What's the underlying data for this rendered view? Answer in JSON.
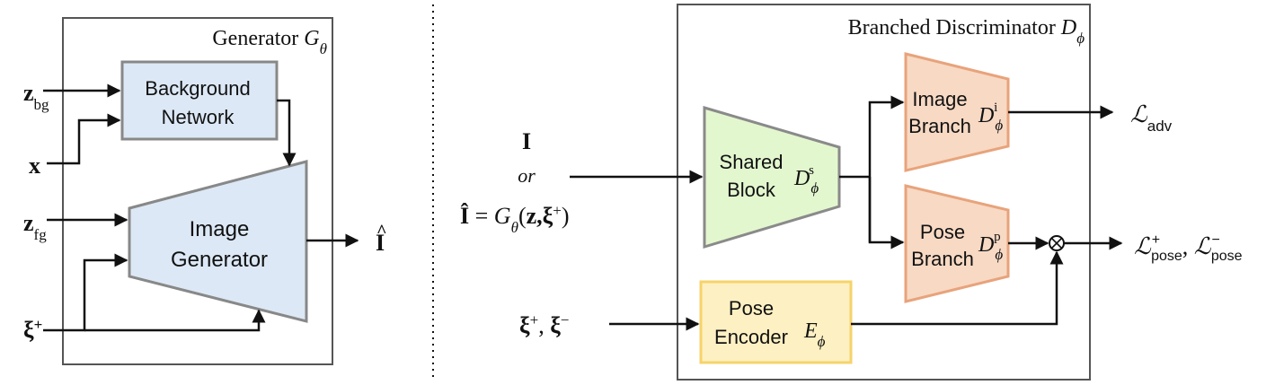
{
  "generator": {
    "title": "Generator ",
    "title_symbol": "G",
    "title_sub": "θ",
    "background_network": {
      "line1": "Background",
      "line2": "Network"
    },
    "image_generator": {
      "line1": "Image",
      "line2": "Generator"
    },
    "inputs": {
      "z_bg": {
        "base": "z",
        "sub": "bg"
      },
      "x": {
        "base": "x"
      },
      "z_fg": {
        "base": "z",
        "sub": "fg"
      },
      "xi_plus": {
        "base": "ξ",
        "sup": "+"
      }
    },
    "output": {
      "base": "I",
      "accent": "^"
    }
  },
  "discriminator": {
    "title": "Branched Discriminator ",
    "title_symbol": "D",
    "title_sub": "ϕ",
    "shared_block": {
      "line1": "Shared",
      "line2": "Block",
      "symbol": "D",
      "sub": "ϕ",
      "sup": "s"
    },
    "image_branch": {
      "line1": "Image",
      "line2": "Branch",
      "symbol": "D",
      "sub": "ϕ",
      "sup": "i"
    },
    "pose_branch": {
      "line1": "Pose",
      "line2": "Branch",
      "symbol": "D",
      "sub": "ϕ",
      "sup": "p"
    },
    "pose_encoder": {
      "line1": "Pose",
      "line2": "Encoder",
      "symbol": "E",
      "sub": "ϕ"
    },
    "inputs": {
      "real_image": "I",
      "or_text": "or",
      "fake_image": {
        "lhs": "Î",
        "eq": " = ",
        "fn": "G",
        "fn_sub": "θ",
        "args_open": "(",
        "z": "z",
        "comma": ",",
        "xi": "ξ",
        "xi_sup": "+",
        "args_close": ")"
      },
      "pose_pair": {
        "a": "ξ",
        "a_sup": "+",
        "sep": ", ",
        "b": "ξ",
        "b_sup": "−"
      }
    },
    "outputs": {
      "adv": {
        "symbol": "ℒ",
        "sub": "adv"
      },
      "pose": {
        "symbol1": "ℒ",
        "sup1": "+",
        "sub1": "pose",
        "sep": ", ",
        "symbol2": "ℒ",
        "sup2": "−",
        "sub2": "pose"
      }
    },
    "combine_symbol": "⊗"
  },
  "colors": {
    "generator_fill": "#dce8f5",
    "shared_fill": "#e3f7cf",
    "shared_stroke": "#8a8a8a",
    "branch_fill": "#f7d9c4",
    "branch_stroke": "#e8a37b",
    "encoder_fill": "#fdf0c2",
    "encoder_stroke": "#f6d36a",
    "box_stroke": "#888888",
    "frame_stroke": "#555555"
  }
}
